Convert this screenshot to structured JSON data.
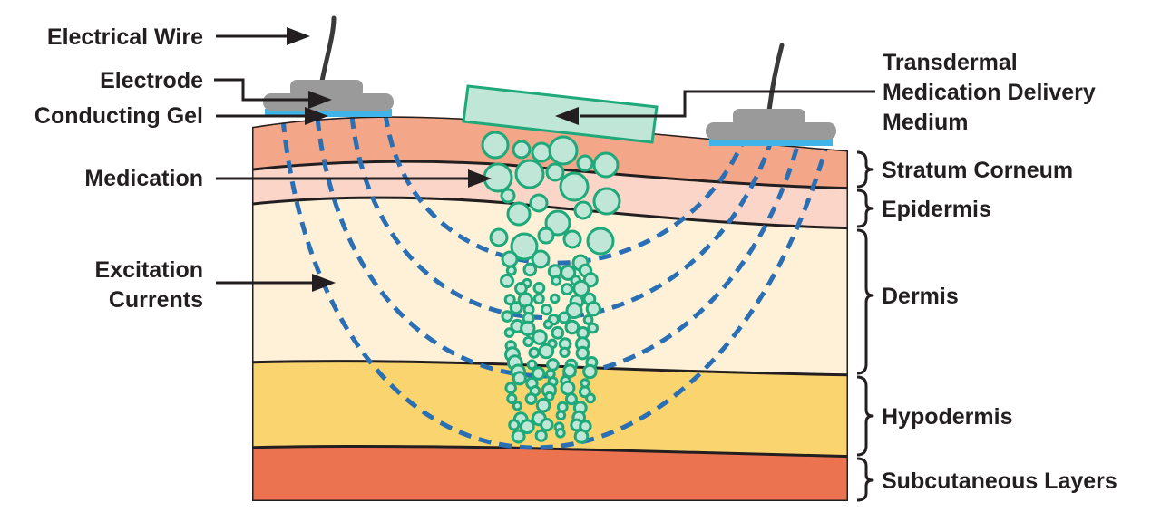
{
  "labels": {
    "electrical_wire": "Electrical Wire",
    "electrode": "Electrode",
    "conducting_gel": "Conducting Gel",
    "medication": "Medication",
    "excitation_currents_line1": "Excitation",
    "excitation_currents_line2": "Currents",
    "transdermal_line1": "Transdermal",
    "transdermal_line2": "Medication Delivery",
    "transdermal_line3": "Medium",
    "stratum_corneum": "Stratum Corneum",
    "epidermis": "Epidermis",
    "dermis": "Dermis",
    "hypodermis": "Hypodermis",
    "subcutaneous_layers": "Subcutaneous Layers"
  },
  "colors": {
    "stratum_corneum": "#f4a688",
    "epidermis": "#fbd6c8",
    "dermis": "#fef1d8",
    "hypodermis": "#fad46e",
    "subcutaneous": "#ec7350",
    "layer_line": "#231f20",
    "current_lines": "#2a6fb4",
    "medication_fill": "#bfe6d6",
    "medication_stroke": "#1fa97a",
    "delivery_medium_fill": "#bfe6d6",
    "delivery_medium_stroke": "#1fa97a",
    "electrode_gray": "#9a9a9a",
    "gel_blue": "#3fb4ea",
    "wire": "#3a3a3a"
  }
}
